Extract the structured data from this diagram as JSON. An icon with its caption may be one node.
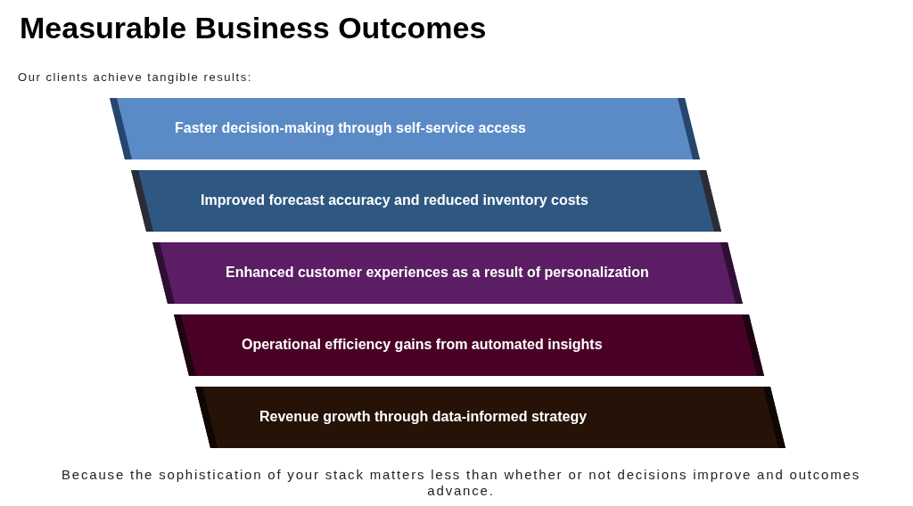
{
  "diagram": {
    "title": "Measurable Business Outcomes",
    "nodes": [
      {
        "text": [
          "Faster decision-making through self-service access"
        ]
      },
      {
        "text": [
          "Improved forecast accuracy and reduced inventory costs"
        ]
      },
      {
        "text": [
          "Enhanced customer experiences as a result of personalization"
        ]
      },
      {
        "text": [
          "Operational efficiency gains from automated insights"
        ]
      },
      {
        "text": [
          "Revenue growth through data-informed strategy"
        ]
      }
    ],
    "labels": [
      "Our clients achieve tangible results:"
    ],
    "caption": "Because the sophistication of your stack matters less than whether or not decisions improve and outcomes advance."
  }
}
